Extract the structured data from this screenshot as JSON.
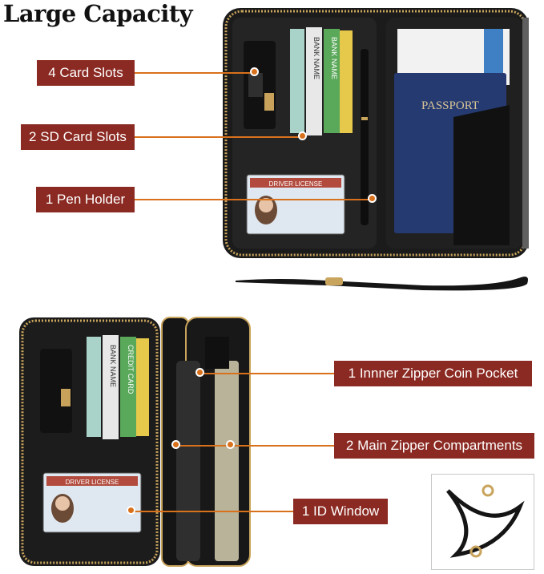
{
  "title": "Large Capacity",
  "callouts": {
    "card_slots": "4 Card Slots",
    "sd_slots": "2 SD Card Slots",
    "pen_holder": "1 Pen Holder",
    "coin_pocket": "1 Innner Zipper Coin Pocket",
    "main_compartments": "2 Main Zipper Compartments",
    "id_window": "1 ID Window"
  },
  "cards": {
    "bank_name": "BANK NAME",
    "credit_card": "CREDIT CARD"
  },
  "passport_text": "PASSPORT",
  "license_text": "DRIVER LICENSE",
  "colors": {
    "label_bg": "#8b2a22",
    "leader": "#d9711c",
    "wallet": "#1a1a1a",
    "zipper": "#c9a45c"
  }
}
